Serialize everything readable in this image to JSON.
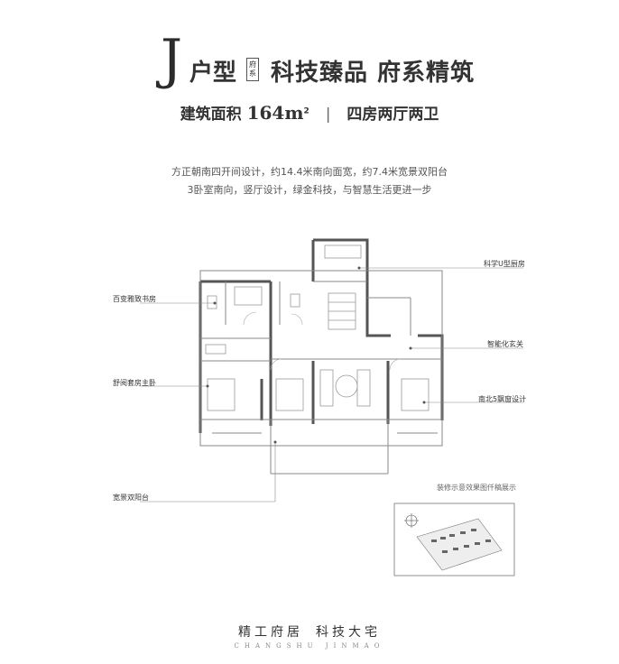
{
  "header": {
    "type_letter": "J",
    "type_word": "户型",
    "stamp": "府系",
    "slogan": "科技臻品 府系精筑"
  },
  "area": {
    "label": "建筑面积",
    "value": "164",
    "unit": "m",
    "unit_sup": "2",
    "separator": "|",
    "rooms": "四房两厅两卫"
  },
  "description": {
    "line1": "方正朝南四开间设计，约14.4米南向面宽，约7.4米宽景双阳台",
    "line2": "3卧室南向，竖厅设计，绿金科技，与智慧生活更进一步"
  },
  "callouts": {
    "kitchen": "科学U型厨房",
    "study": "百变雅致书房",
    "entrance": "智能化玄关",
    "master": "舒阅套房主卧",
    "bay_window": "南北5飘窗设计",
    "balcony": "宽景双阳台"
  },
  "disclaimer": "装修示意效果图仟稿展示",
  "footer": {
    "line1_a": "精工府居",
    "line1_b": "科技大宅",
    "line2": "CHANGSHU JINMAO"
  },
  "colors": {
    "wall": "#555555",
    "line": "#999999",
    "text": "#333333"
  }
}
